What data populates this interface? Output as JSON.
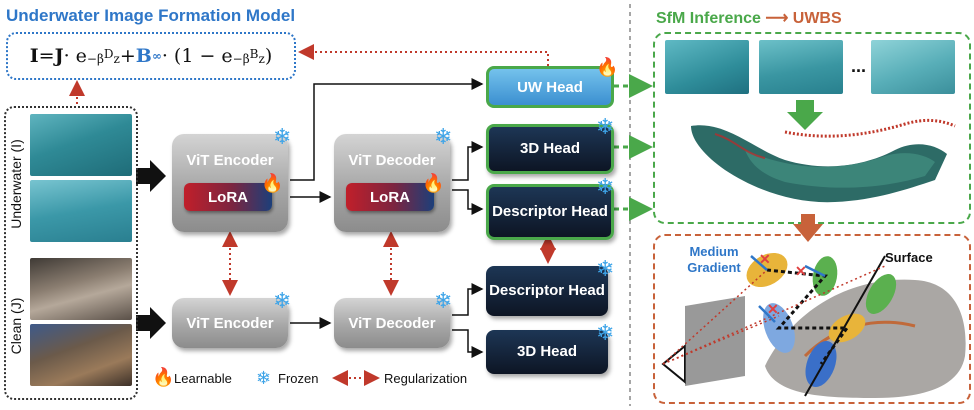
{
  "formation_title": "Underwater Image Formation Model",
  "formula": {
    "I": "I",
    "eq": " = ",
    "J": "J",
    "dot1": " · e",
    "exp1": "−β",
    "exp1_sup": "D",
    "exp1_z": "z",
    "plus": " + ",
    "B": "B",
    "B_sup": "∞",
    "dot2": " · (1 − e",
    "exp2": "−β",
    "exp2_sup": "B",
    "exp2_z": "z",
    "close": ")"
  },
  "inputs": {
    "underwater_label": "Underwater (I)",
    "clean_label": "Clean (J)"
  },
  "blocks": {
    "vit_encoder_top": "ViT Encoder",
    "vit_decoder_top": "ViT Decoder",
    "lora_enc": "LoRA",
    "lora_dec": "LoRA",
    "vit_encoder_bottom": "ViT Encoder",
    "vit_decoder_bottom": "ViT Decoder",
    "uw_head": "UW Head",
    "head_3d_top": "3D Head",
    "descriptor_head_top": "Descriptor Head",
    "descriptor_head_bottom": "Descriptor Head",
    "head_3d_bottom": "3D Head"
  },
  "legend": {
    "learnable": "Learnable",
    "frozen": "Frozen",
    "regularization": "Regularization"
  },
  "right": {
    "sfm": "SfM Inference",
    "uwbs": "UWBS",
    "ellipsis": "...",
    "medium_gradient": "Medium Gradient",
    "surface": "Surface"
  },
  "colors": {
    "blue": "#2f77c8",
    "green": "#4aa84a",
    "orange": "#c8623a",
    "red": "#c0392b"
  }
}
